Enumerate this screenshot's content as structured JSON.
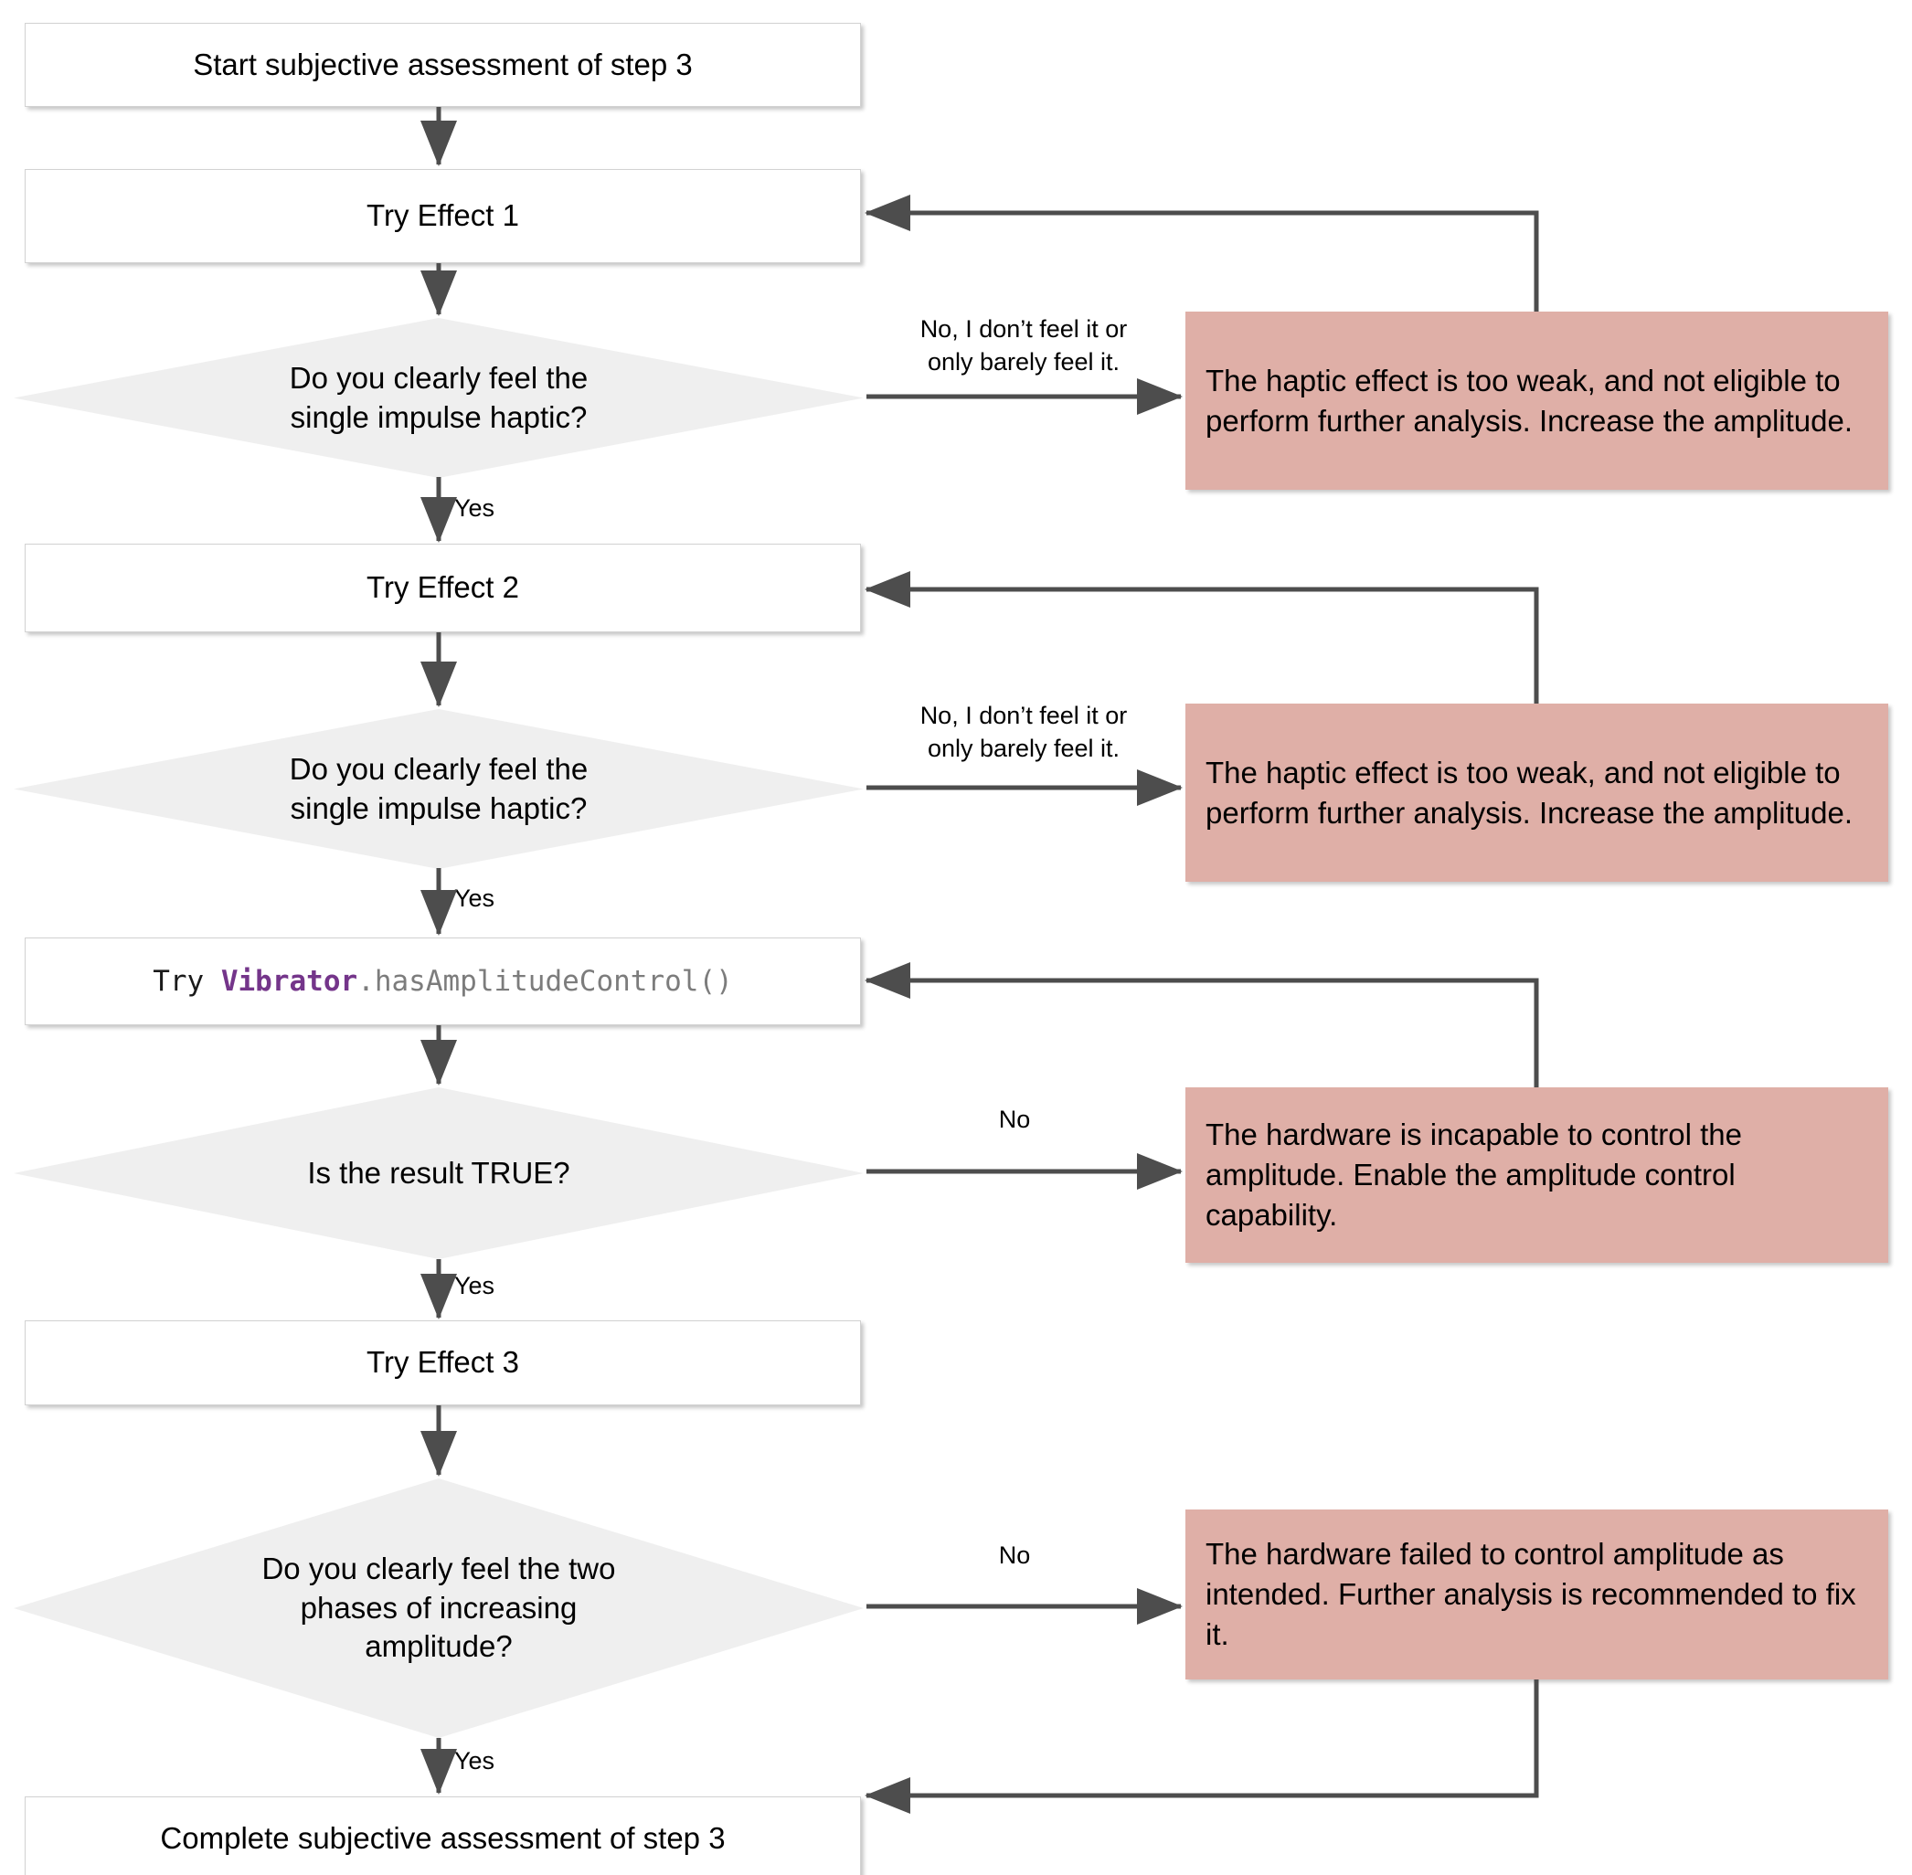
{
  "diagram": {
    "title": "Subjective assessment of step 3 flowchart",
    "colors": {
      "process_fill": "#ffffff",
      "process_border": "#d2d2d2",
      "decision_fill": "#efefef",
      "note_fill": "#dfafa7",
      "connector": "#4d4d4d",
      "code_class": "#74358a",
      "code_method": "#7c7c7c"
    },
    "nodes": {
      "start": {
        "label": "Start subjective assessment of step 3"
      },
      "try_effect_1": {
        "label": "Try Effect 1"
      },
      "decision_1": {
        "label": "Do you clearly feel the\nsingle impulse haptic?"
      },
      "note_1": {
        "label": "The haptic effect is too weak, and not eligible to perform further analysis. Increase the amplitude."
      },
      "try_effect_2": {
        "label": "Try Effect 2"
      },
      "decision_2": {
        "label": "Do you clearly feel the\nsingle impulse haptic?"
      },
      "note_2": {
        "label": "The haptic effect is too weak, and not eligible to perform further analysis. Increase the amplitude."
      },
      "try_has_amplitude_control": {
        "prefix": "Try ",
        "class_name": "Vibrator",
        "method": ".hasAmplitudeControl()",
        "label": "Try Vibrator.hasAmplitudeControl()"
      },
      "decision_3": {
        "label": "Is the result TRUE?"
      },
      "note_3": {
        "label": "The hardware is incapable to control the amplitude. Enable the amplitude control capability."
      },
      "try_effect_3": {
        "label": "Try Effect 3"
      },
      "decision_4": {
        "label": "Do you clearly feel the two\nphases of increasing\namplitude?"
      },
      "note_4": {
        "label": "The hardware failed to control amplitude as intended. Further analysis is recommended to fix it."
      },
      "complete": {
        "label": "Complete subjective assessment of step 3"
      }
    },
    "edge_labels": {
      "no_feel_1": "No, I don’t feel it or\nonly barely feel it.",
      "yes_1": "Yes",
      "no_feel_2": "No, I don’t feel it or\nonly barely feel it.",
      "yes_2": "Yes",
      "no_3": "No",
      "yes_3": "Yes",
      "no_4": "No",
      "yes_4": "Yes"
    }
  }
}
